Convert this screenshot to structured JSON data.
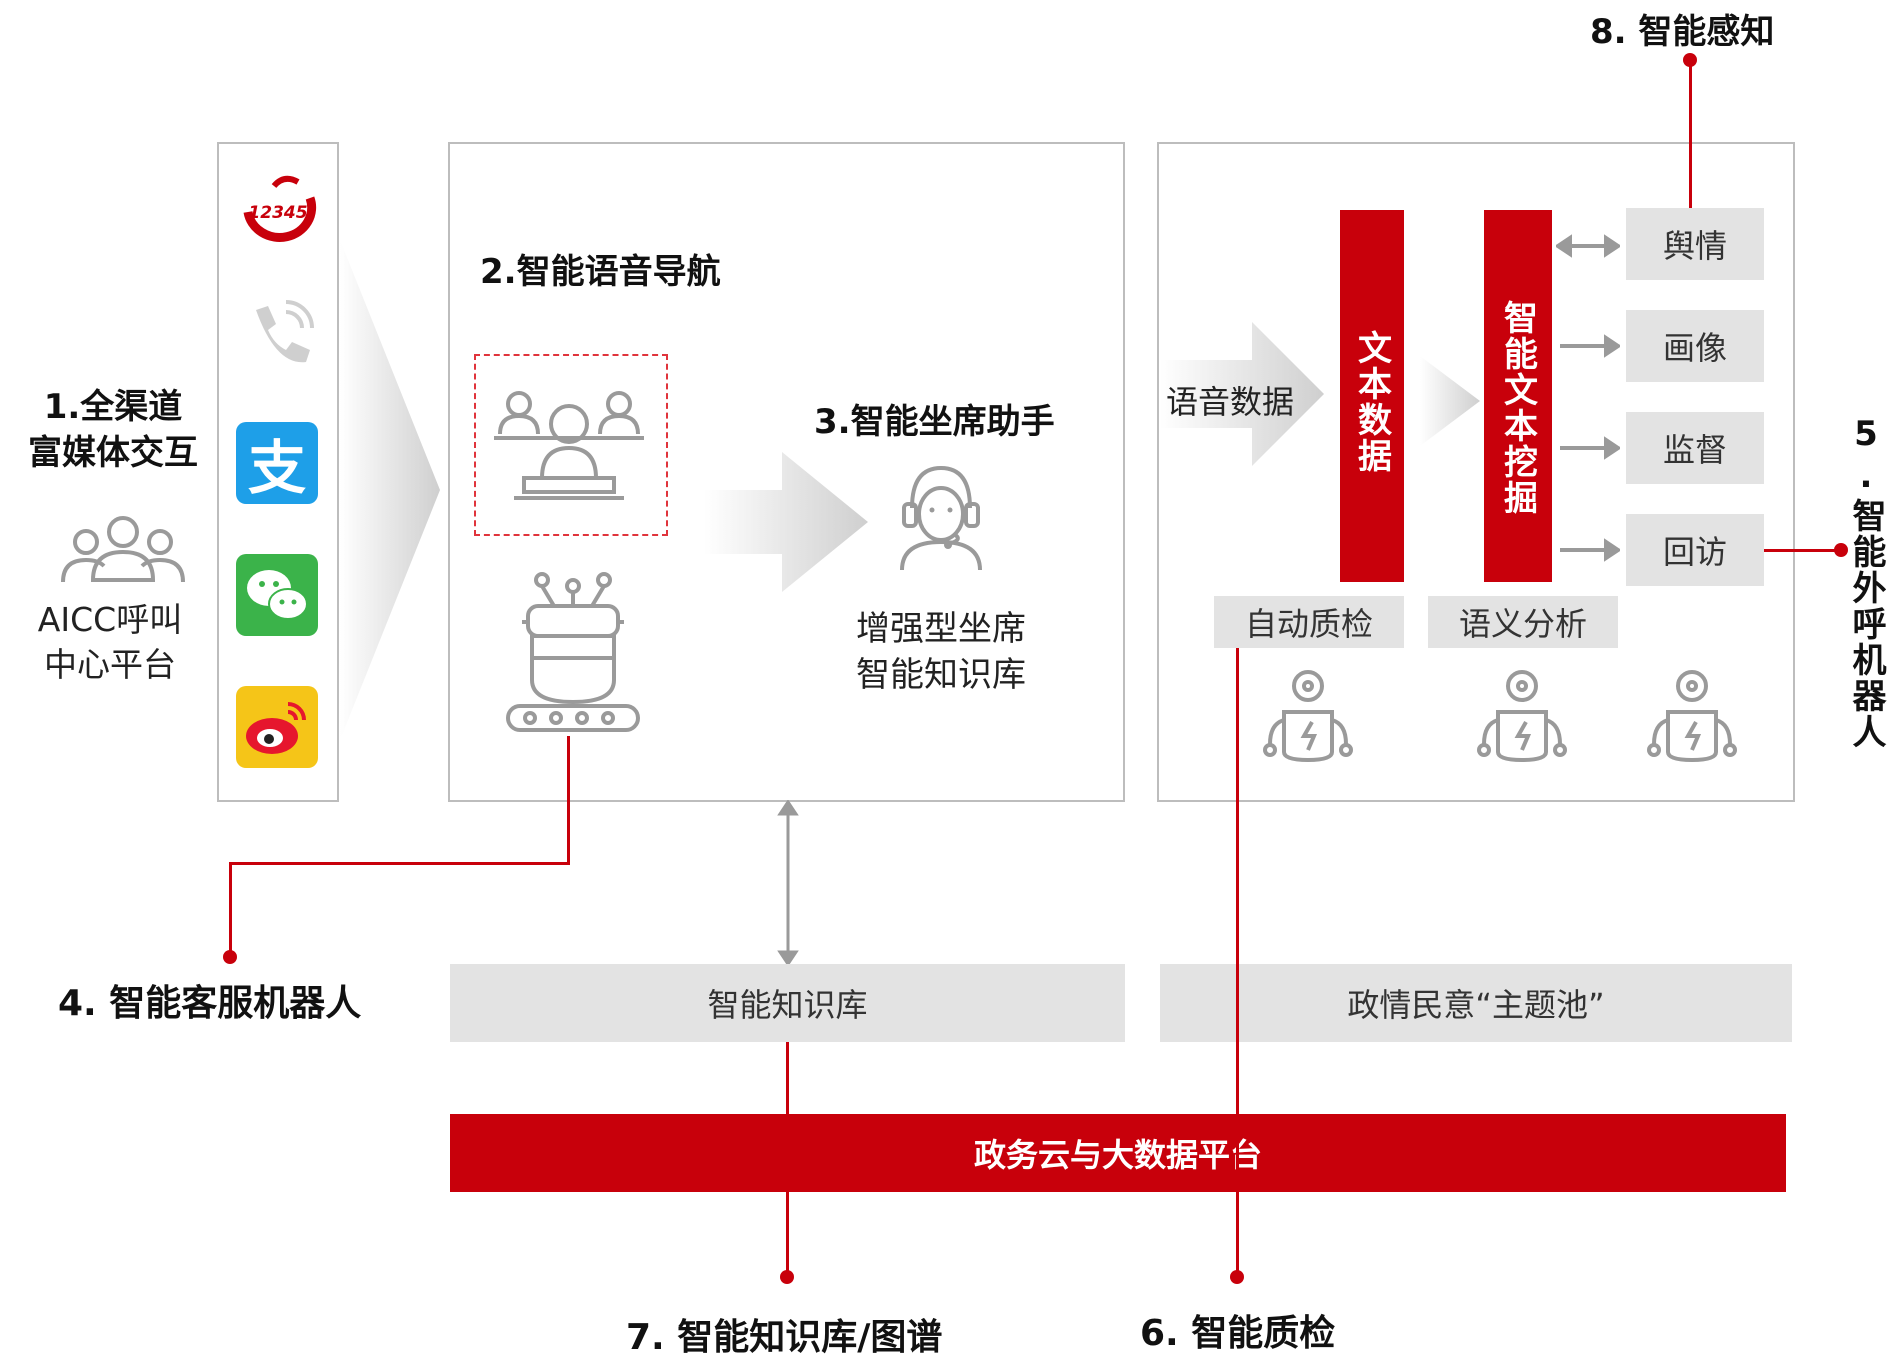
{
  "labels": {
    "n1": "1.全渠道\n富媒体交互",
    "aicc": "AICC呼叫\n中心平台",
    "n2": "2.智能语音导航",
    "n3": "3.智能坐席助手",
    "enhanced": "增强型坐席\n智能知识库",
    "n4": "4. 智能客服机器人",
    "n5": "5.智能外呼机器人",
    "n6": "6. 智能质检",
    "n7": "7. 智能知识库/图谱",
    "n8": "8. 智能感知"
  },
  "right_panel": {
    "voice_data": "语音数据",
    "text_data": "文本数据",
    "text_mining": "智能文本挖掘",
    "items": [
      "舆情",
      "画像",
      "监督",
      "回访"
    ],
    "auto_qc": "自动质检",
    "semantic": "语义分析"
  },
  "bottom": {
    "knowledge_base": "智能知识库",
    "topic_pool": "政情民意“主题池”",
    "platform": "政务云与大数据平台"
  },
  "channel_icons": [
    "12345",
    "phone-icon",
    "alipay-icon",
    "wechat-icon",
    "weibo-icon"
  ],
  "channel_logo_text": "12345",
  "alipay_glyph": "支",
  "colors": {
    "accent_red": "#c8000b",
    "grey_box": "#e3e3e3",
    "panel_border": "#bdbdbd",
    "icon_grey": "#9a9a9a",
    "alipay_blue": "#1e9fe8",
    "wechat_green": "#3bb34a",
    "weibo_yellow": "#f5c518"
  }
}
